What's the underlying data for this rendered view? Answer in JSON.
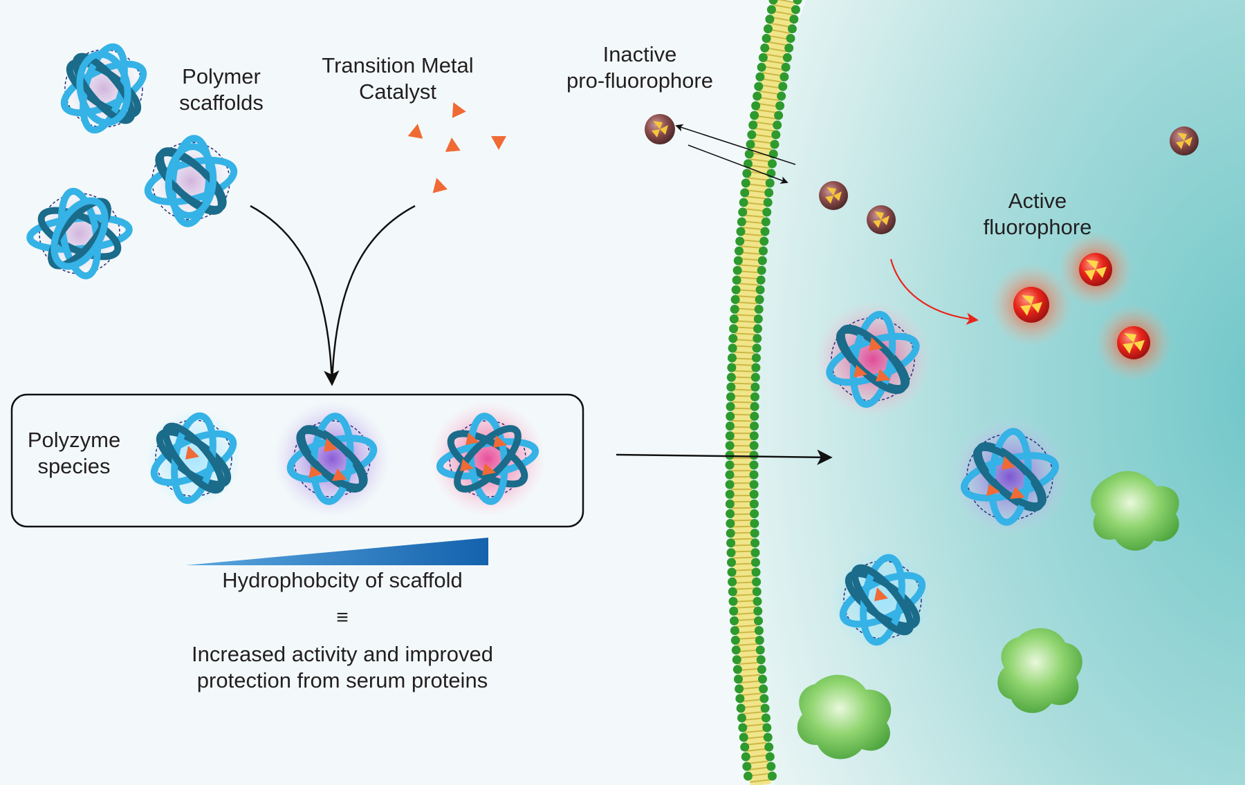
{
  "labels": {
    "polymer_scaffolds": "Polymer\nscaffolds",
    "transition_metal_catalyst": "Transition Metal\nCatalyst",
    "inactive_pro_fluorophore": "Inactive\npro-fluorophore",
    "active_fluorophore": "Active\nfluorophore",
    "polyzyme_species": "Polyzyme\nspecies",
    "hydrophobicity": "Hydrophobcity of scaffold",
    "equivalence": "≡",
    "result": "Increased activity and improved\nprotection from serum proteins"
  },
  "colors": {
    "background_outside": "#f3f9fa",
    "cell_interior": "#7fcfd0",
    "ribbon_light": "#35b2e6",
    "ribbon_dark": "#1b6b8a",
    "catalyst": "#f06a35",
    "membrane_head": "#2e9a2e",
    "membrane_tail": "#e3d36a",
    "gradient_bar": "#1f70b8",
    "fluorophore_active": "#e8251b",
    "fluorophore_inactive": "#7a4040",
    "protein": "#5fc24a"
  }
}
